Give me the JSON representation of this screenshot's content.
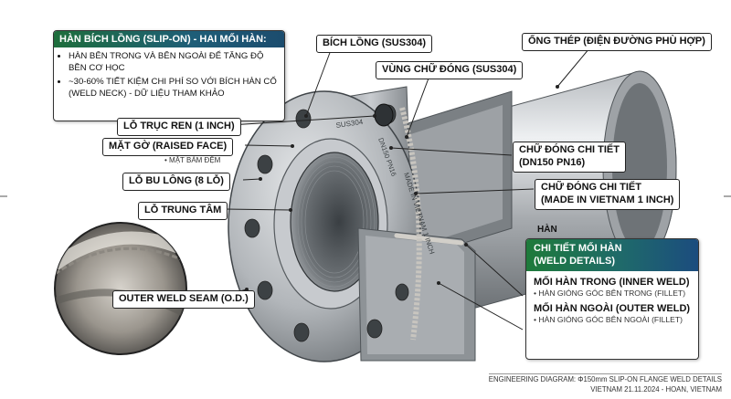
{
  "intro_box": {
    "title": "HÀN BÍCH LỒNG (SLIP-ON) - HAI MỐI HÀN:",
    "bullets": [
      "HÀN BÊN TRONG VÀ BÊN NGOÀI ĐỂ TĂNG ĐỘ BỀN CƠ HỌC",
      "~30-60% TIẾT KIỆM CHI PHÍ SO VỚI BÍCH HÀN CỔ (WELD NECK) - DỮ LIỆU THAM KHẢO"
    ]
  },
  "labels": {
    "slip_on_flange": "BÍCH LỒNG (SUS304)",
    "steel_pipe": "ỐNG THÉP (ĐIỆN ĐƯỜNG PHÙ HỢP)",
    "stamp_zone": "VÙNG CHỮ ĐÓNG (SUS304)",
    "threaded_hole": "LỖ TRỤC REN (1 INCH)",
    "raised_face": "MẶT GỜ (RAISED FACE)",
    "raised_face_sub": "• MẶT BÁM ĐỆM",
    "bolt_holes": "LỖ BU LÔNG (8 LỖ)",
    "center_hole": "LỖ TRUNG TÂM",
    "stamp_detail_1": "CHỮ ĐÓNG CHI TIẾT\n(DN150 PN16)",
    "stamp_detail_2": "CHỮ ĐÓNG CHI TIẾT\n(MADE IN VIETNAM 1 INCH)",
    "outer_weld_seam": "OUTER WELD SEAM (O.D.)"
  },
  "engravings": {
    "material": "SUS304",
    "size_pressure": "DN150 PN16",
    "origin": "MADE IN VIETNAM 1 INCH"
  },
  "weld_box": {
    "badge": "HÀN",
    "title_line1": "CHI TIẾT MỐI HÀN",
    "title_line2": "(WELD DETAILS)",
    "inner_title": "MỐI HÀN TRONG (INNER WELD)",
    "inner_sub": "• HÀN GIÓNG GÓC BÊN TRONG (FILLET)",
    "outer_title": "MỐI HÀN NGOÀI (OUTER WELD)",
    "outer_sub": "• HÀN GIÓNG GÓC BÊN NGOÀI (FILLET)"
  },
  "footer": {
    "line1": "ENGINEERING DIAGRAM: Φ150mm SLIP-ON FLANGE WELD DETAILS",
    "line2": "VIETNAM 21.11.2024 - HOAN, VIETNAM"
  },
  "colors": {
    "steel_light": "#d9dcdf",
    "steel_mid": "#a9adb1",
    "steel_dark": "#5d6266",
    "header_green": "#1e6e3c",
    "header_blue": "#1b4c6e"
  }
}
